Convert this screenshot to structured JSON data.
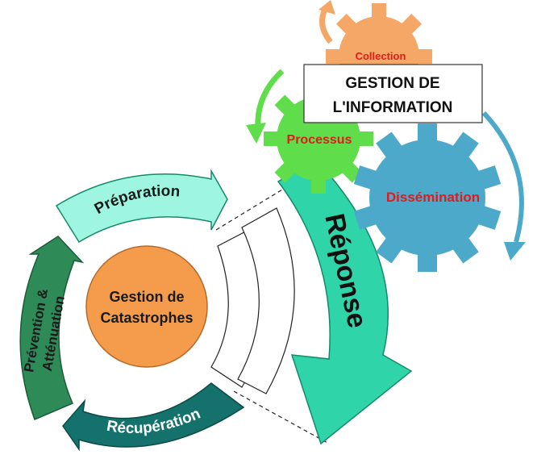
{
  "center": {
    "line1": "Gestion de",
    "line2": "Catastrophes"
  },
  "cycle": {
    "preparation": "Préparation",
    "prevention_line1": "Prévention &",
    "prevention_line2": "Atténuation",
    "recuperation": "Récupération",
    "reponse": "Réponse"
  },
  "info_management": {
    "title_line1": "GESTION DE",
    "title_line2": "L'INFORMATION",
    "collection": "Collection",
    "processus": "Processus",
    "dissemination": "Dissémination"
  },
  "colors": {
    "center": "#f59c4c",
    "preparation": "#9ef5e0",
    "prevention": "#2e8b57",
    "recuperation": "#14716b",
    "reponse": "#2fd5a9",
    "gear_orange": "#f4a766",
    "gear_green": "#5fdd4a",
    "gear_blue": "#4ca9c9",
    "red_text": "#e21b1b"
  }
}
